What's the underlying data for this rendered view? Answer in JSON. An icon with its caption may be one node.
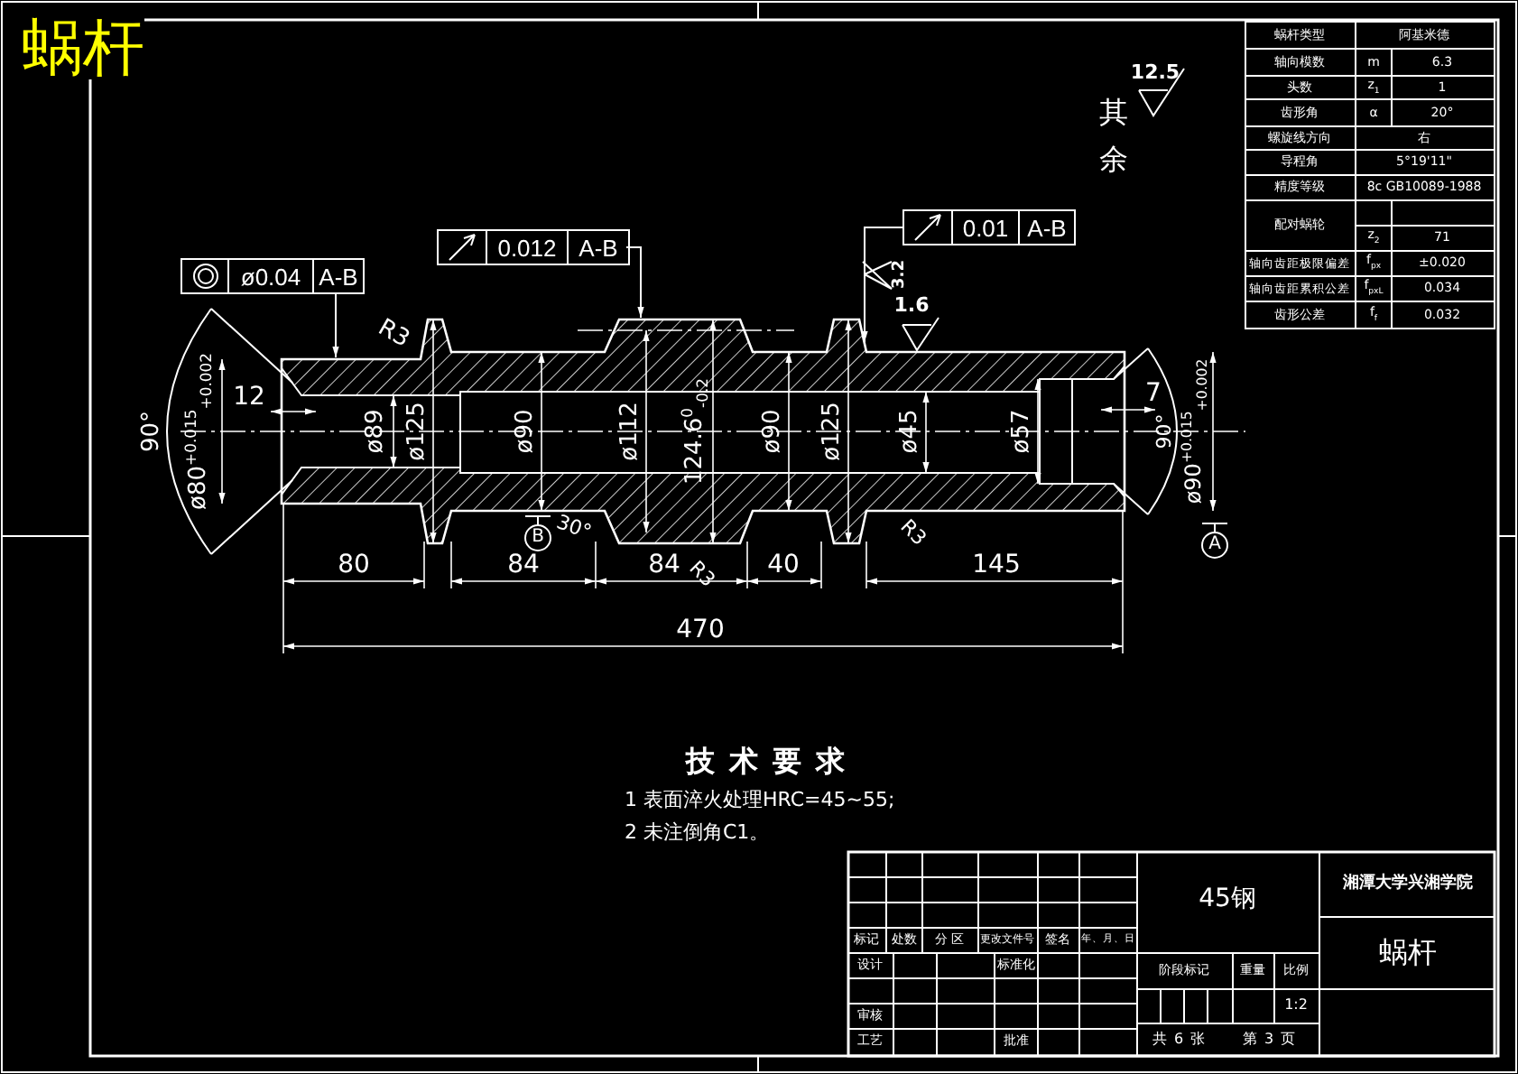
{
  "diagram": {
    "title": "蜗杆",
    "nodes": [
      {
        "text": [
          "ø0.04",
          "A-B"
        ]
      },
      {
        "text": [
          "0.012",
          "A-B"
        ]
      },
      {
        "text": [
          "0.01",
          "A-B"
        ]
      },
      {
        "text": [],
        "shape": "picture"
      }
    ],
    "edges": [
      {
        "from": 0,
        "to": 3,
        "arrow": "to"
      },
      {
        "from": 1,
        "to": 3,
        "arrow": "to"
      },
      {
        "from": 2,
        "to": 3,
        "arrow": "to"
      }
    ],
    "labels": [
      "12.5",
      "其余",
      "3.2",
      "1.6",
      "R3",
      "90°",
      "ø80$^{+0.015}$$_{+0.002}$",
      "12",
      "ø89",
      "ø125",
      "ø90",
      "ø112",
      "124.6$^{0}$$_{-0.2}$",
      "ø90",
      "ø125",
      "ø45",
      "ø57",
      "7",
      "90°",
      "ø90$^{+0.015}$$_{+0.002}$",
      "B",
      "30°",
      "R3",
      "R3",
      "A",
      "80",
      "84",
      "84",
      "40",
      "145",
      "470",
      "蜗杆类型",
      "阿基米德",
      "轴向模数",
      "m",
      "6.3",
      "头数",
      "z$_{1}$",
      "1",
      "齿形角",
      "α",
      "20°",
      "螺旋线方向",
      "右",
      "导程角",
      "5°19'11\"",
      "精度等级",
      "8c GB10089-1988",
      "配对蜗轮",
      "z$_{2}$",
      "71",
      "轴向齿距极限偏差",
      "f$_{px}$",
      "±0.020",
      "轴向齿距累积公差",
      "f$_{pxL}$",
      "0.034",
      "齿形公差",
      "f$_{f}$",
      "0.032",
      "技术要求",
      "1 表面淬火处理HRC=45~55;",
      "2 未注倒角C1。",
      "45钢",
      "湘潭大学兴湘学院",
      "标记",
      "处数",
      "分 区",
      "更改文件号",
      "签名",
      "年、月、日",
      "蜗杆",
      "设计",
      "标准化",
      "阶段标记",
      "重量",
      "比例",
      "审核",
      "1:2",
      "工艺",
      "批准",
      "共6张",
      "第3页"
    ]
  }
}
